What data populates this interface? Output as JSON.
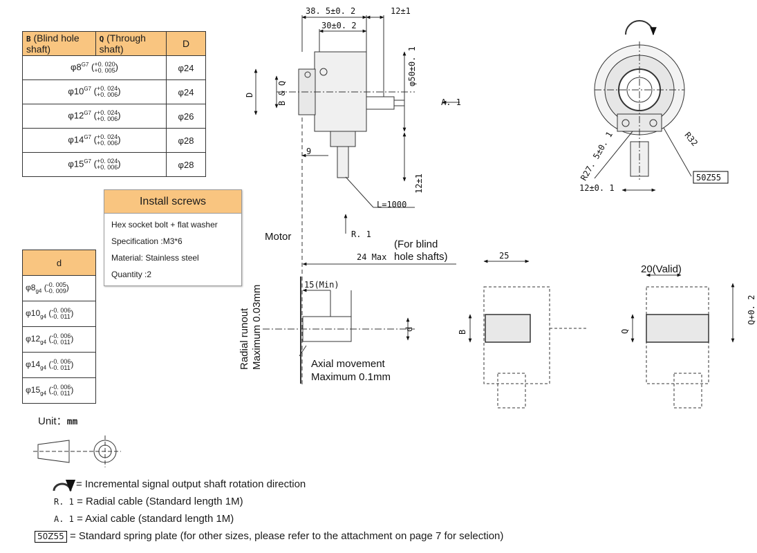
{
  "shaft_table": {
    "header_b_code": "B",
    "header_b_text": "(Blind hole shaft)",
    "header_q_code": "Q",
    "header_q_text": "(Through shaft)",
    "header_d": "D",
    "rows": [
      {
        "size": "φ8",
        "fit": "G7",
        "tol_upper": "+0. 020",
        "tol_lower": "+0. 005",
        "D": "φ24"
      },
      {
        "size": "φ10",
        "fit": "G7",
        "tol_upper": "+0. 024",
        "tol_lower": "+0. 006",
        "D": "φ24"
      },
      {
        "size": "φ12",
        "fit": "G7",
        "tol_upper": "+0. 024",
        "tol_lower": "+0. 006",
        "D": "φ26"
      },
      {
        "size": "φ14",
        "fit": "G7",
        "tol_upper": "+0. 024",
        "tol_lower": "+0. 006",
        "D": "φ28"
      },
      {
        "size": "φ15",
        "fit": "G7",
        "tol_upper": "+0. 024",
        "tol_lower": "+0. 006",
        "D": "φ28"
      }
    ]
  },
  "install_screws": {
    "title": "Install screws",
    "lines": [
      "Hex socket bolt + flat washer",
      "Specification :M3*6",
      "Material: Stainless steel",
      "Quantity :2"
    ]
  },
  "d_table": {
    "header": "d",
    "rows": [
      {
        "size": "φ8",
        "fit": "g4",
        "tol_upper": "-0. 005",
        "tol_lower": "-0. 009"
      },
      {
        "size": "φ10",
        "fit": "g4",
        "tol_upper": "-0. 006",
        "tol_lower": "-0. 011"
      },
      {
        "size": "φ12",
        "fit": "g4",
        "tol_upper": "-0. 006",
        "tol_lower": "-0. 011"
      },
      {
        "size": "φ14",
        "fit": "g4",
        "tol_upper": "-0. 006",
        "tol_lower": "-0. 011"
      },
      {
        "size": "φ15",
        "fit": "g4",
        "tol_upper": "-0. 006",
        "tol_lower": "-0. 011"
      }
    ]
  },
  "unit": {
    "label": "Unit：",
    "value": "mm"
  },
  "drawing_labels": {
    "dim_38_5": "38. 5±0. 2",
    "dim_12_top": "12±1",
    "dim_30": "30±0. 2",
    "dim_50": "φ50±0. 1",
    "label_D": "D",
    "label_BQ": "B & Q",
    "dim_9": "9",
    "dim_12_side": "12±1",
    "cable_length": "L=1000",
    "axial_marker": "A. 1",
    "radial_marker": "R. 1",
    "dim_R27": "R27. 5±0. 1",
    "dim_R32": "R32",
    "dim_12_front": "12±0. 1",
    "spring_code": "50Z55",
    "motor": "Motor",
    "blind_note": "(For blind",
    "max_24": "24 Max",
    "blind_note2": "hole shafts)",
    "min_15": "15(Min)",
    "radial_runout": "Radial runout",
    "radial_runout_max": "Maximum 0.03mm",
    "axial_movement": "Axial movement",
    "axial_movement_max": "Maximum 0.1mm",
    "label_d": "d",
    "dim_25": "25",
    "label_B": "B",
    "dim_20": "20(Valid)",
    "label_Q": "Q",
    "dim_Q02": "Q+0. 2"
  },
  "legend": [
    {
      "code": "",
      "text": "= Incremental signal output shaft rotation direction"
    },
    {
      "code": "R. 1",
      "text": "= Radial cable (Standard length 1M)"
    },
    {
      "code": "A. 1",
      "text": "= Axial cable (standard length 1M)"
    },
    {
      "code": "50Z55",
      "text": "= Standard spring plate (for other sizes, please refer to the attachment on page 7 for selection)"
    }
  ]
}
